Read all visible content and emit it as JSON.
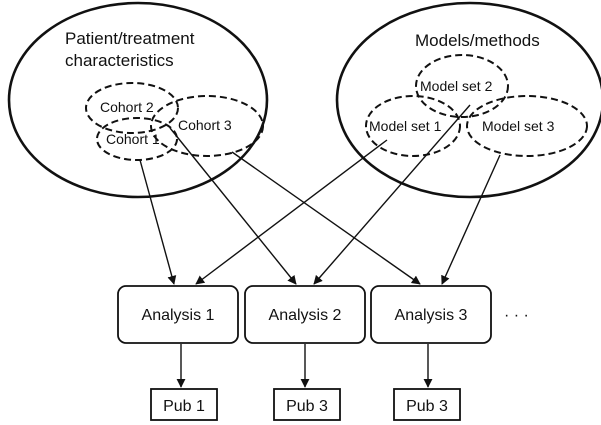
{
  "groups": {
    "patient": {
      "title_line1": "Patient/treatment",
      "title_line2": "characteristics",
      "cohorts": [
        "Cohort 2",
        "Cohort 1",
        "Cohort 3"
      ]
    },
    "models": {
      "title": "Models/methods",
      "sets": [
        "Model set 2",
        "Model set 1",
        "Model set 3"
      ]
    }
  },
  "analyses": [
    "Analysis 1",
    "Analysis 2",
    "Analysis 3"
  ],
  "ellipsis": "· · ·",
  "publications": [
    "Pub 1",
    "Pub 3",
    "Pub 3"
  ]
}
